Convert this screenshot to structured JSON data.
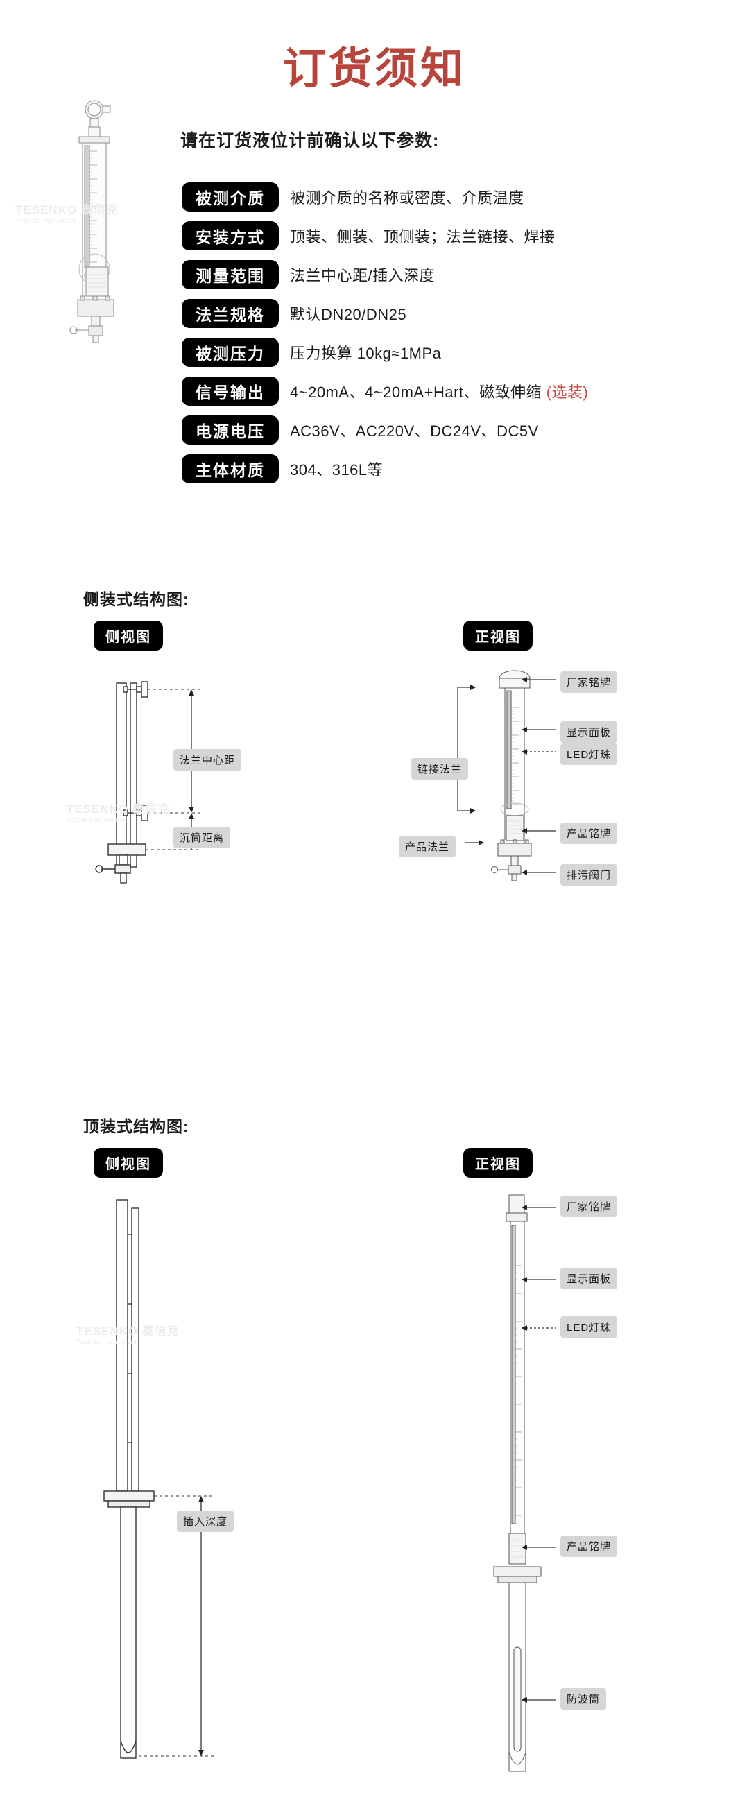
{
  "page": {
    "title": "订货须知",
    "title_color": "#b8453c",
    "intro": "请在订货液位计前确认以下参数:"
  },
  "specs": [
    {
      "label": "被测介质",
      "value": "被测介质的名称或密度、介质温度"
    },
    {
      "label": "安装方式",
      "value": "顶装、侧装、顶侧装；法兰链接、焊接"
    },
    {
      "label": "测量范围",
      "value": "法兰中心距/插入深度"
    },
    {
      "label": "法兰规格",
      "value": "默认DN20/DN25"
    },
    {
      "label": "被测压力",
      "value": "压力换算 10kg≈1MPa"
    },
    {
      "label": "信号输出",
      "value": "4~20mA、4~20mA+Hart、磁致伸缩 ",
      "optional": "(选装)"
    },
    {
      "label": "电源电压",
      "value": "AC36V、AC220V、DC24V、DC5V"
    },
    {
      "label": "主体材质",
      "value": "304、316L等"
    }
  ],
  "sections": [
    {
      "heading": "侧装式结构图:",
      "side_view_badge": "侧视图",
      "front_view_badge": "正视图",
      "side_labels": [
        "法兰中心距",
        "沉筒距离"
      ],
      "front_labels": [
        "厂家铭牌",
        "显示面板",
        "LED灯珠",
        "产品铭牌",
        "排污阀门"
      ],
      "front_left_labels": [
        "链接法兰",
        "产品法兰"
      ]
    },
    {
      "heading": "顶装式结构图:",
      "side_view_badge": "侧视图",
      "front_view_badge": "正视图",
      "side_labels": [
        "插入深度"
      ],
      "front_labels": [
        "厂家铭牌",
        "显示面板",
        "LED灯珠",
        "产品铭牌",
        "防波筒"
      ],
      "front_left_labels": []
    }
  ],
  "watermark": {
    "line1": "TESENKO 泰信克",
    "line2": "Tesenko Instrument"
  }
}
